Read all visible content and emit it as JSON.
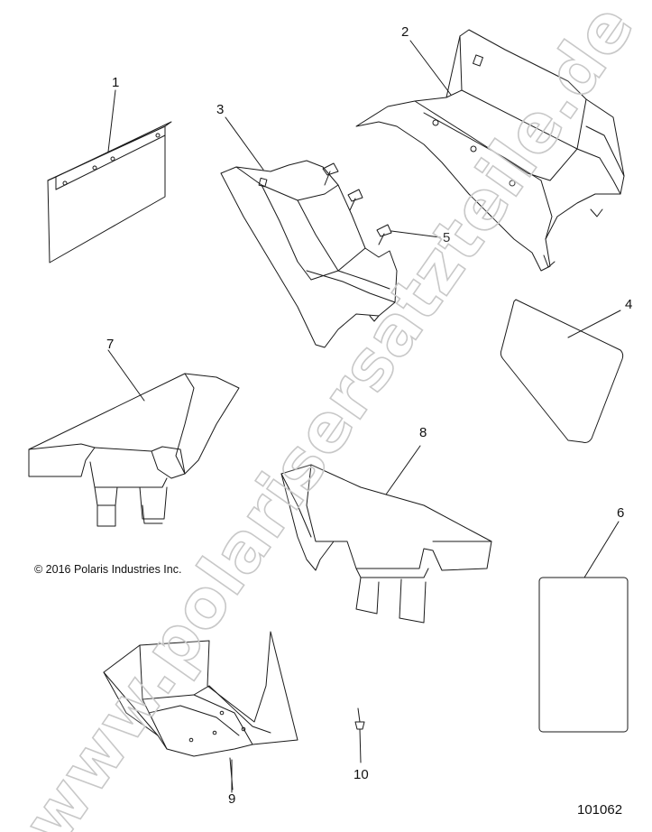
{
  "callouts": {
    "part_1": "1",
    "part_2": "2",
    "part_3": "3",
    "part_4": "4",
    "part_5": "5",
    "part_6": "6",
    "part_7": "7",
    "part_8": "8",
    "part_9": "9",
    "part_10": "10"
  },
  "copyright": "© 2016 Polaris Industries Inc.",
  "drawing_number": "101062",
  "watermark": "www.polarisersatzteile.de",
  "colors": {
    "line": "#1a1a1a",
    "watermark_outline": "#c8c8c8",
    "background": "#ffffff"
  }
}
